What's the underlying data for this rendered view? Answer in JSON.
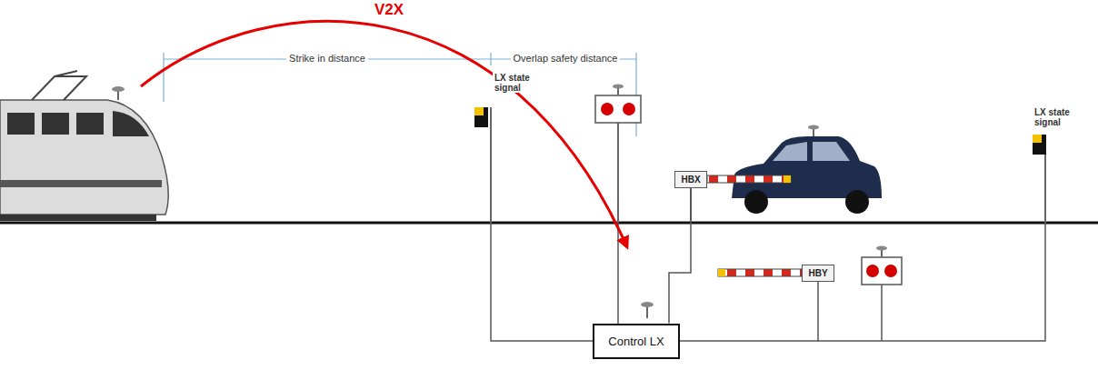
{
  "diagram": {
    "nodes": [
      {
        "text": [
          "HBX"
        ]
      },
      {
        "text": [
          "HBY"
        ]
      },
      {
        "text": [
          "Control LX"
        ]
      }
    ],
    "edges": [
      {
        "from": 2,
        "to": 0,
        "arrow": "none"
      },
      {
        "from": 2,
        "to": 1,
        "arrow": "none"
      }
    ],
    "labels": [
      "V2X",
      "Strike in distance",
      "Overlap safety distance",
      "LX state signal",
      "LX state signal"
    ]
  }
}
